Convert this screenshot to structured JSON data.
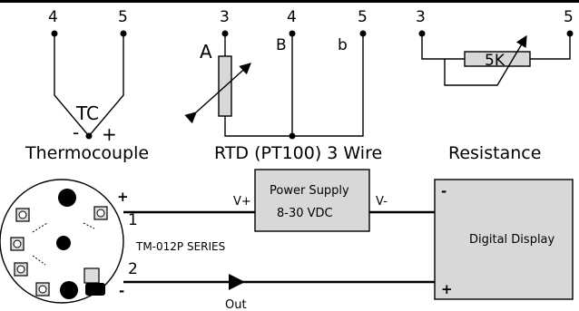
{
  "sensors": {
    "thermocouple": {
      "terminals": [
        "4",
        "5"
      ],
      "junction_label": "TC",
      "minus": "-",
      "plus": "+",
      "caption": "Thermocouple"
    },
    "rtd": {
      "terminals": [
        "3",
        "4",
        "5"
      ],
      "lead_labels": [
        "A",
        "B",
        "b"
      ],
      "caption": "RTD (PT100) 3 Wire"
    },
    "resistance": {
      "terminals": [
        "3",
        "5"
      ],
      "value": "5K",
      "caption": "Resistance"
    }
  },
  "transmitter": {
    "series": "TM-012P SERIES",
    "terminal_1": "1",
    "terminal_2": "2",
    "plus": "+",
    "minus": "-"
  },
  "power_supply": {
    "title": "Power Supply",
    "voltage": "8-30 VDC",
    "v_plus": "V+",
    "v_minus": "V-"
  },
  "display": {
    "title": "Digital Display",
    "minus": "-",
    "plus": "+"
  },
  "loop": {
    "out_label": "Out"
  },
  "colors": {
    "box_fill": "#d8d8d8",
    "resistor_fill": "#d8d8d8",
    "line": "#000000"
  }
}
